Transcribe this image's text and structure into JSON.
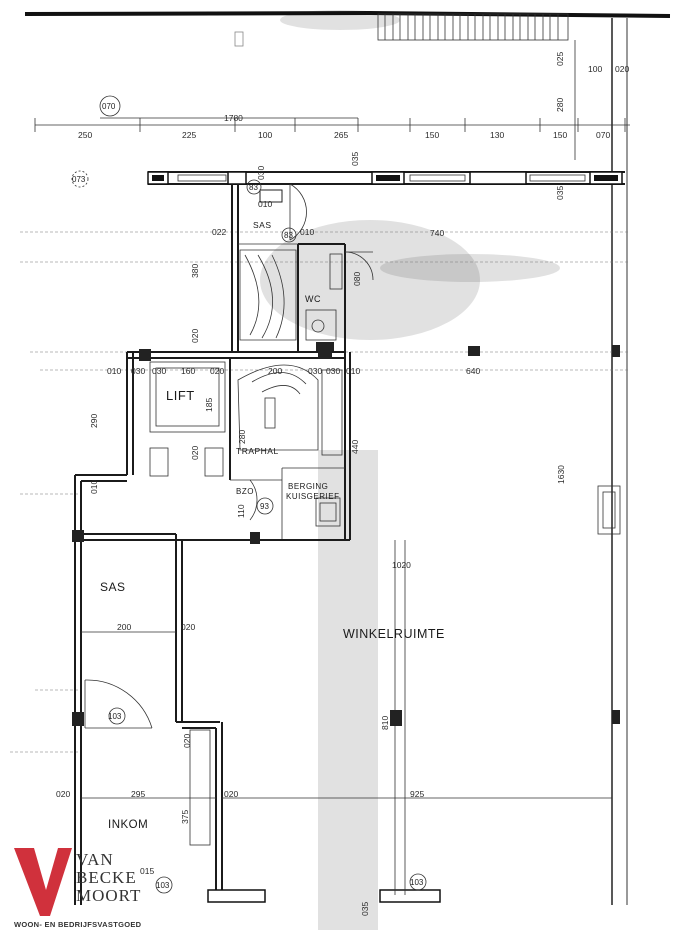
{
  "rooms": {
    "lift": "LIFT",
    "traphal": "TRAPHAL",
    "sas_top": "SAS",
    "wc": "WC",
    "berging": "BERGING",
    "kuisgerief": "KUISGERIEF",
    "bzo": "BZO",
    "sas_entrance": "SAS",
    "winkelruimte": "WINKELRUIMTE",
    "inkom": "INKOM"
  },
  "tags": [
    "070",
    "073",
    "83",
    "83",
    "93",
    "103",
    "103",
    "103"
  ],
  "top_dimensions": [
    "250",
    "225",
    "100",
    "265",
    "150",
    "130",
    "150",
    "070"
  ],
  "overall_width": "1780",
  "right_top_dims": [
    "025",
    "100",
    "020",
    "280",
    "035"
  ],
  "core_dims": {
    "h_010": "010",
    "h_030": "030",
    "lift_160": "160",
    "h_030b": "030",
    "h_020": "020",
    "trap_200": "200",
    "h_030c": "030",
    "h_030d": "030",
    "h_010b": "010",
    "shop_640": "640",
    "v_290": "290",
    "v_185": "185",
    "v_280": "280",
    "v_020a": "020",
    "v_020b": "020",
    "v_380": "380",
    "v_022": "022",
    "v_740": "740",
    "v_440": "440",
    "v_1630": "1630",
    "v_010": "010",
    "v_030": "030",
    "v_110": "110",
    "v_080": "080",
    "v_035": "035",
    "v_010_sas": "010",
    "v_010_sas2": "010"
  },
  "lower_dims": {
    "sas_200": "200",
    "sas_020": "020",
    "shop_1020": "1020",
    "v_810": "810",
    "v_020": "020",
    "inkom_295": "295",
    "inkom_020": "020",
    "shop_925": "925",
    "left_020": "020",
    "v_375": "375",
    "v_035": "035",
    "v_015": "015"
  },
  "logo": {
    "line1": "VAN",
    "line2": "BECKE",
    "line3": "MOORT",
    "tagline": "WOON- EN BEDRIJFSVASTGOED",
    "accent": "#d0313c"
  }
}
